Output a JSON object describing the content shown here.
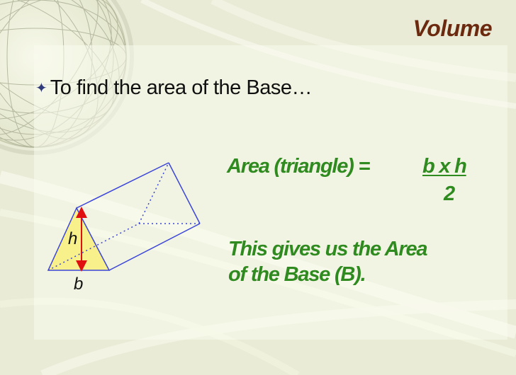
{
  "slide": {
    "title": "Volume",
    "bullet_icon": "✦",
    "bullet_text": "To find the area of the Base…",
    "formula": {
      "lhs": "Area (triangle)  =",
      "numerator": "b x h",
      "denominator": "2"
    },
    "conclusion": {
      "line1": "This gives us the Area",
      "line2": "of the Base (B)."
    },
    "diagram": {
      "height_label": "h",
      "base_label": "b"
    }
  },
  "colors": {
    "title": "#6b2a10",
    "bullet_text": "#101010",
    "bullet_icon": "#2f3b7a",
    "formula_text": "#2f8a1f",
    "prism_edge": "#3b45d8",
    "triangle_fill": "#f8f08a",
    "height_arrow": "#e01010",
    "background": "#e9ebd6"
  },
  "icons": {
    "bullet": "four-point-star-icon",
    "globe": "wire-globe-icon"
  }
}
